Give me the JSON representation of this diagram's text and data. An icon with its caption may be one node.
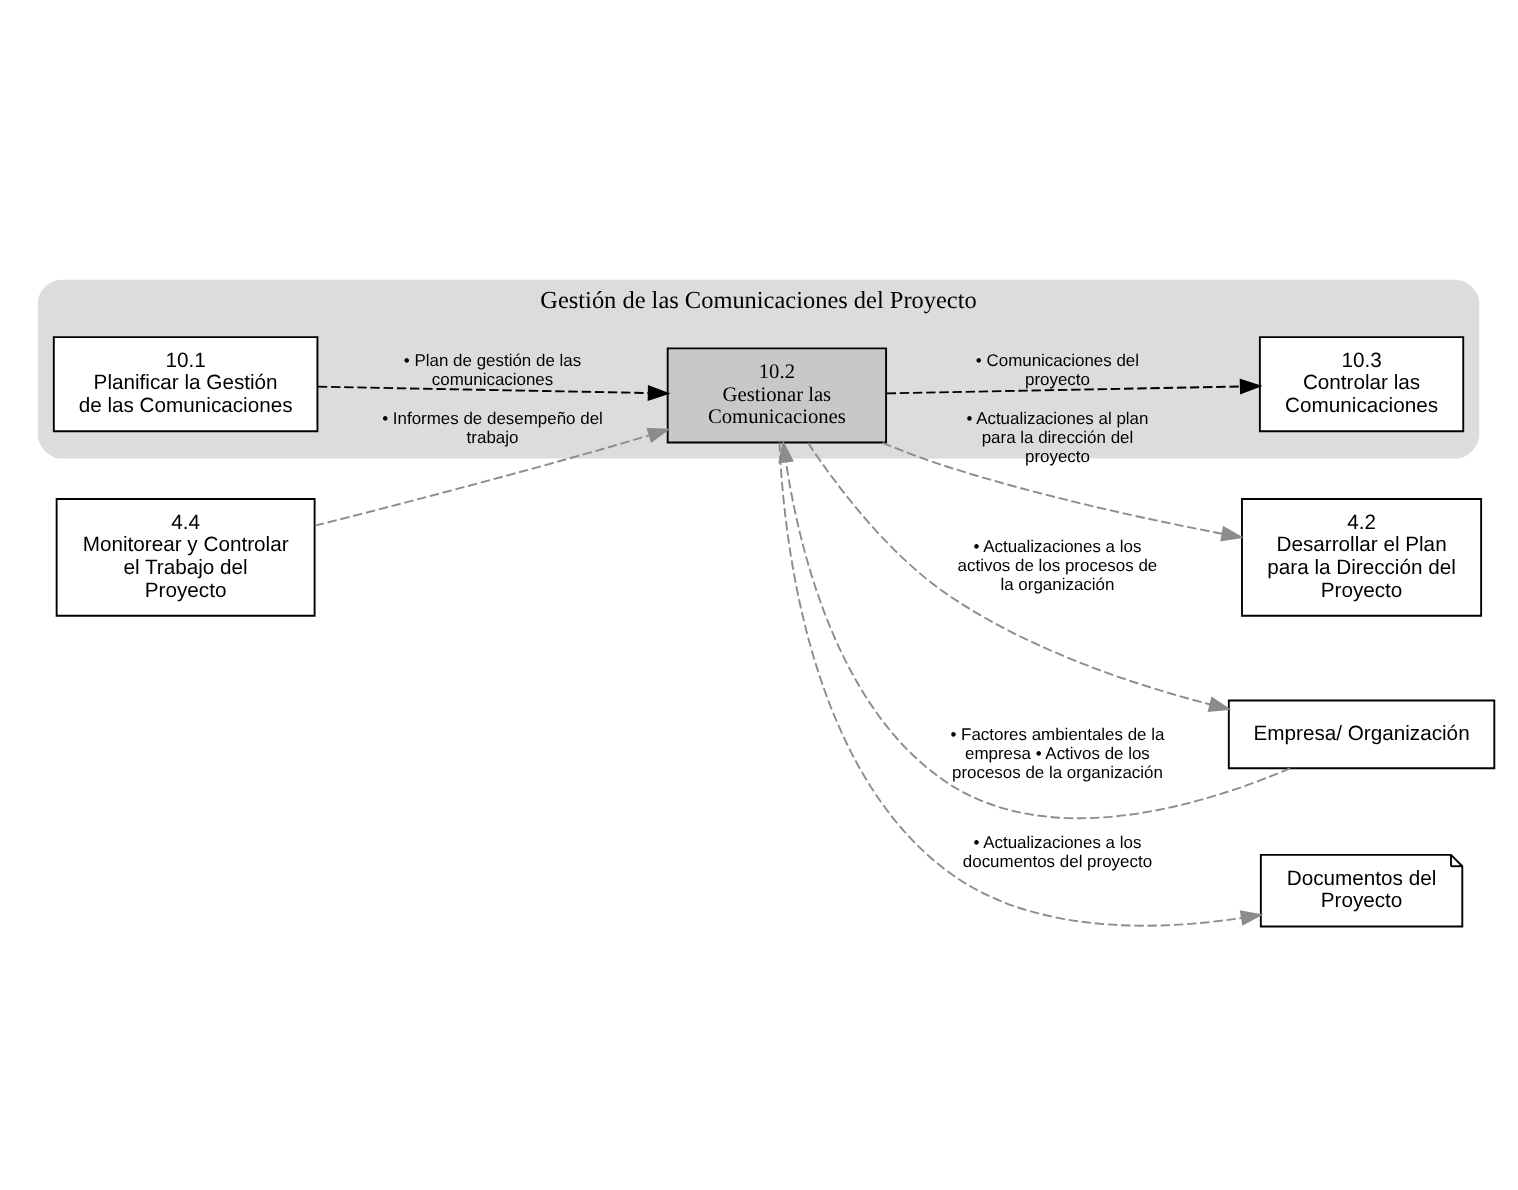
{
  "diagram": {
    "nodes": [
      {
        "text": [
          "Gestión de las Comunicaciones del Proyecto"
        ]
      },
      {
        "text": [
          "10.1",
          "Planificar la Gestión de las Comunicaciones"
        ],
        "in": 0
      },
      {
        "text": [
          "4.4",
          "Monitorear y Controlar el Trabajo del Proyecto"
        ]
      },
      {
        "text": [
          "4.2",
          "Desarrollar el Plan para la Dirección del Proyecto"
        ]
      },
      {
        "text": [
          "10.2",
          "Gestionar las Comunicaciones"
        ],
        "in": 0
      },
      {
        "text": [
          "Empresa/ Organización"
        ]
      },
      {
        "text": [
          "Documentos del Proyecto"
        ]
      },
      {
        "text": [
          "10.3",
          "Controlar las Comunicaciones"
        ],
        "in": 0
      }
    ],
    "edges": [
      {
        "from": 1,
        "to": 4,
        "arrow": "to",
        "label": "• Plan de gestión de las comunicaciones",
        "style": "dashed",
        "color": "#000000"
      },
      {
        "from": 2,
        "to": 4,
        "arrow": "to",
        "label": "• Informes de desempeño del trabajo",
        "style": "dashed"
      },
      {
        "from": 5,
        "to": 4,
        "arrow": "to",
        "label": "• Factores ambientales de la empresa • Activos de los procesos de la organización",
        "style": "dashed"
      },
      {
        "from": 4,
        "to": 3,
        "arrow": "to",
        "label": "• Actualizaciones al plan para la dirección del proyecto",
        "style": "dashed"
      },
      {
        "from": 4,
        "to": 6,
        "arrow": "to",
        "label": "• Actualizaciones a los documentos del proyecto",
        "style": "dashed"
      },
      {
        "from": 4,
        "to": 5,
        "arrow": "to",
        "label": "• Actualizaciones a los activos de los procesos de la organización",
        "style": "dashed"
      },
      {
        "from": 4,
        "to": 7,
        "arrow": "to",
        "label": "• Comunicaciones del proyecto",
        "style": "dashed",
        "color": "#000000"
      }
    ]
  }
}
